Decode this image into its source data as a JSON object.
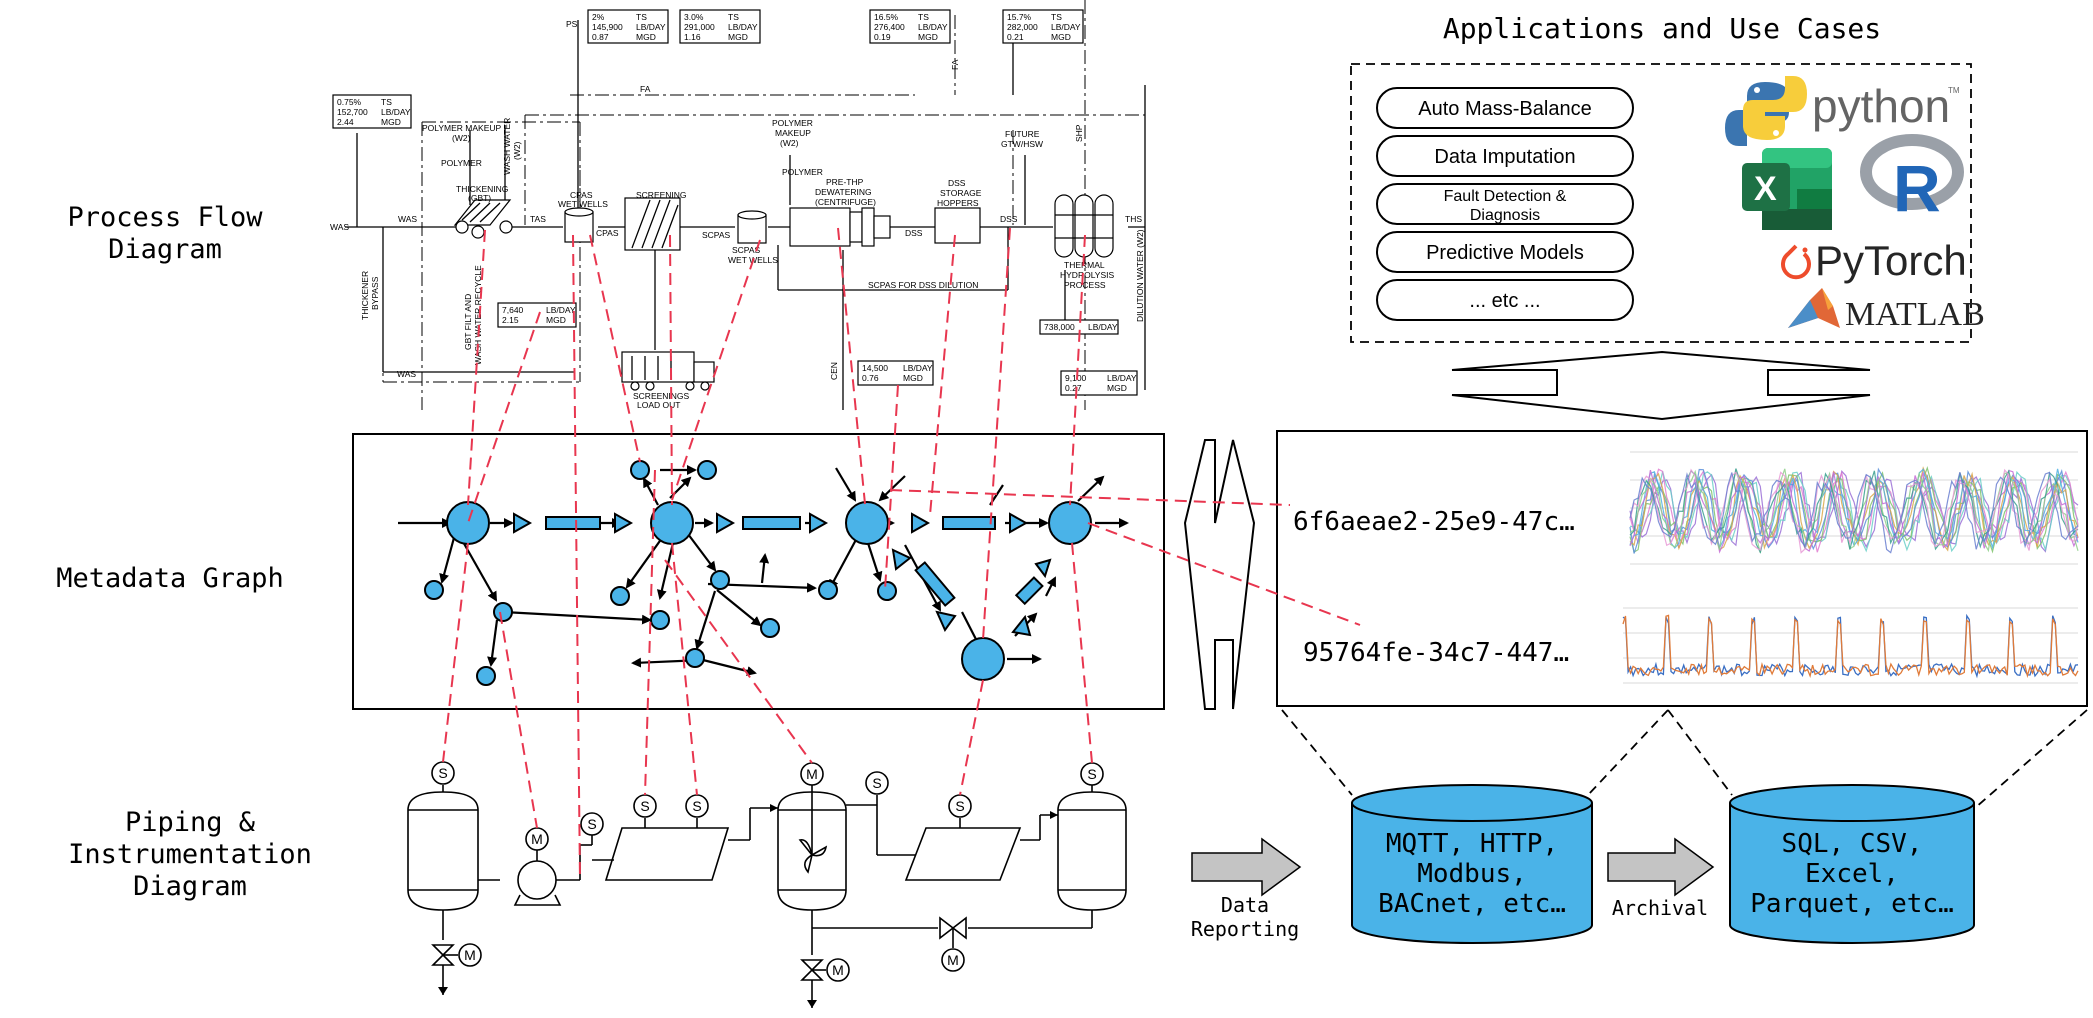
{
  "sections": {
    "pfd": [
      "Process Flow",
      "Diagram"
    ],
    "meta": [
      "Metadata Graph"
    ],
    "pid": [
      "Piping &",
      "Instrumentation",
      "Diagram"
    ],
    "apps_title": "Applications and Use Cases"
  },
  "use_cases": [
    "Auto Mass-Balance",
    "Data Imputation",
    "Fault Detection &",
    "Diagnosis",
    "Predictive Models",
    "... etc ..."
  ],
  "logos": {
    "python": "python",
    "python_tm": "TM",
    "excel": "X",
    "r": "R",
    "pytorch": "PyTorch",
    "matlab": "MATLAB",
    "colors": {
      "python_blue": "#3b75b0",
      "python_yellow": "#f7cd3b",
      "excel_green": "#1e7145",
      "r_blue": "#2166b7",
      "pytorch_orange": "#ee4c2c",
      "matlab_orange": "#e16737"
    }
  },
  "uuids": [
    "6f6aeae2-25e9-47c…",
    "95764fe-34c7-447…"
  ],
  "flow": {
    "reporting": [
      "Data",
      "Reporting"
    ],
    "archival": "Archival"
  },
  "databases": {
    "protocols": [
      "MQTT, HTTP,",
      "Modbus,",
      "BACnet, etc…"
    ],
    "formats": [
      "SQL, CSV,",
      "Excel,",
      "Parquet, etc…"
    ]
  },
  "pfd_labels": {
    "was": "WAS",
    "was2": "WAS",
    "was3": "WAS",
    "tas": "TAS",
    "ps": "PS",
    "fa": "FA",
    "fa2": "FA",
    "cpas": "CPAS",
    "scpas": "SCPAS",
    "dss": "DSS",
    "dss2": "DSS",
    "ths": "THS",
    "shp": "SHP",
    "cen": "CEN",
    "polymer_makeup": [
      "POLYMER MAKEUP",
      "(W2)"
    ],
    "polymer": "POLYMER",
    "thickening": [
      "THICKENING",
      "(GBT)"
    ],
    "wash_water": [
      "WASH WATER",
      "(W2)"
    ],
    "cpas_wells": [
      "CPAS",
      "WET WELLS"
    ],
    "screening": "SCREENING",
    "scpas_wells": [
      "SCPAS",
      "WET WELLS"
    ],
    "polymer_makeup2": [
      "POLYMER",
      "MAKEUP",
      "(W2)"
    ],
    "polymer2": "POLYMER",
    "dewatering": [
      "PRE-THP",
      "DEWATERING",
      "(CENTRIFUGE)"
    ],
    "dss_hoppers": [
      "DSS",
      "STORAGE",
      "HOPPERS"
    ],
    "future": [
      "FUTURE",
      "GTW/HSW"
    ],
    "thp": [
      "THERMAL",
      "HYDROLYSIS",
      "PROCESS"
    ],
    "dilution_water": "DILUTION WATER (W2)",
    "scpas_dilution": "SCPAS FOR DSS DILUTION",
    "thickener_bypass": [
      "THICKENER",
      "BYPASS"
    ],
    "gbt_filt": [
      "GBT FILT AND",
      "WASH WATER RECYCLE"
    ],
    "screenings_load": [
      "SCREENINGS",
      "LOAD OUT"
    ]
  },
  "pfd_boxes": [
    {
      "rows": [
        [
          "0.75%",
          "TS"
        ],
        [
          "152,700",
          "LB/DAY"
        ],
        [
          "2.44",
          "MGD"
        ]
      ]
    },
    {
      "rows": [
        [
          "2%",
          "TS"
        ],
        [
          "145,900",
          "LB/DAY"
        ],
        [
          "0.87",
          "MGD"
        ]
      ]
    },
    {
      "rows": [
        [
          "3.0%",
          "TS"
        ],
        [
          "291,000",
          "LB/DAY"
        ],
        [
          "1.16",
          "MGD"
        ]
      ]
    },
    {
      "rows": [
        [
          "16.5%",
          "TS"
        ],
        [
          "276,400",
          "LB/DAY"
        ],
        [
          "0.19",
          "MGD"
        ]
      ]
    },
    {
      "rows": [
        [
          "15.7%",
          "TS"
        ],
        [
          "282,000",
          "LB/DAY"
        ],
        [
          "0.21",
          "MGD"
        ]
      ]
    },
    {
      "rows": [
        [
          "7,640",
          "LB/DAY"
        ],
        [
          "2.15",
          "MGD"
        ]
      ]
    },
    {
      "rows": [
        [
          "14,500",
          "LB/DAY"
        ],
        [
          "0.76",
          "MGD"
        ]
      ]
    },
    {
      "rows": [
        [
          "738,000",
          "LB/DAY"
        ]
      ]
    },
    {
      "rows": [
        [
          "9,100",
          "LB/DAY"
        ],
        [
          "0.27",
          "MGD"
        ]
      ]
    }
  ],
  "pid_tags": {
    "s": "S",
    "m": "M"
  },
  "colors": {
    "node_fill": "#4ab3e8",
    "link_red": "#e8364f",
    "arrow_gray": "#c4c4c4",
    "series_orange": "#e07b39",
    "series_blue": "#3a6fc4"
  }
}
